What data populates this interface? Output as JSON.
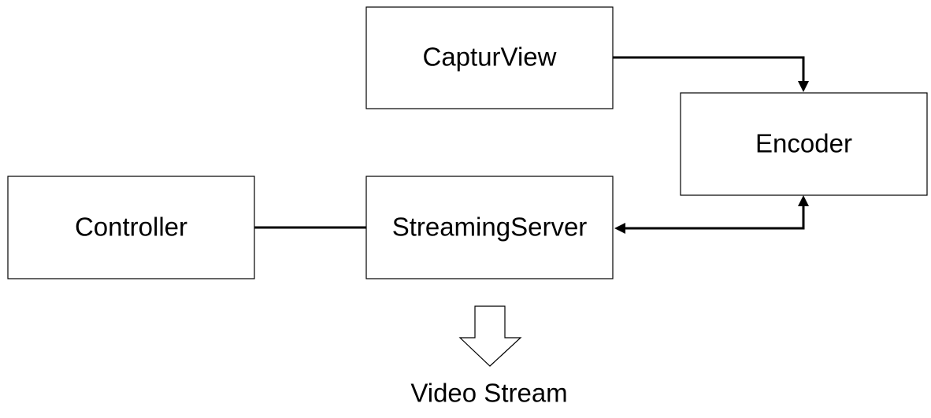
{
  "nodes": {
    "captur_view": {
      "label": "CapturView"
    },
    "encoder": {
      "label": "Encoder"
    },
    "controller": {
      "label": "Controller"
    },
    "streaming_server": {
      "label": "StreamingServer"
    }
  },
  "edges": [
    {
      "from": "captur_view",
      "to": "encoder",
      "directed": true
    },
    {
      "from": "encoder",
      "to": "streaming_server",
      "directed": true
    },
    {
      "from": "controller",
      "to": "streaming_server",
      "directed": false
    }
  ],
  "output": {
    "label": "Video Stream"
  }
}
